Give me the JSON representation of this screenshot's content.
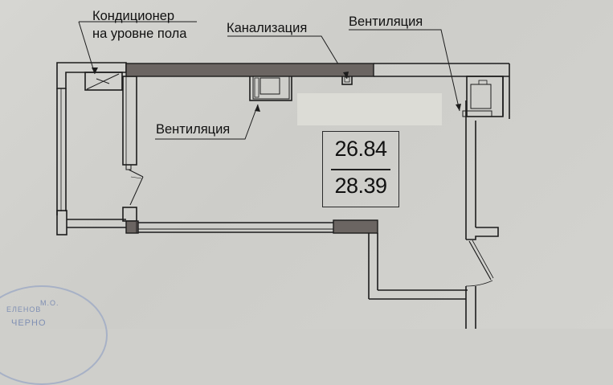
{
  "plan": {
    "labels": {
      "ac_line1": "Кондиционер",
      "ac_line2": "на уровне пола",
      "sewer": "Канализация",
      "vent_top_right": "Вентиляция",
      "vent_left": "Вентиляция"
    },
    "area": {
      "living_area": "26.84",
      "total_area": "28.39"
    },
    "stamp": {
      "text_top": "М.О.",
      "text_mid": "ЕЛЕНОВ",
      "text_bottom": "ЧЕРНО"
    },
    "colors": {
      "wall_fill": "#6b6562",
      "line": "#1c1c1c",
      "paper": "#d2d2ce",
      "stamp": "#8d9bc0"
    }
  }
}
